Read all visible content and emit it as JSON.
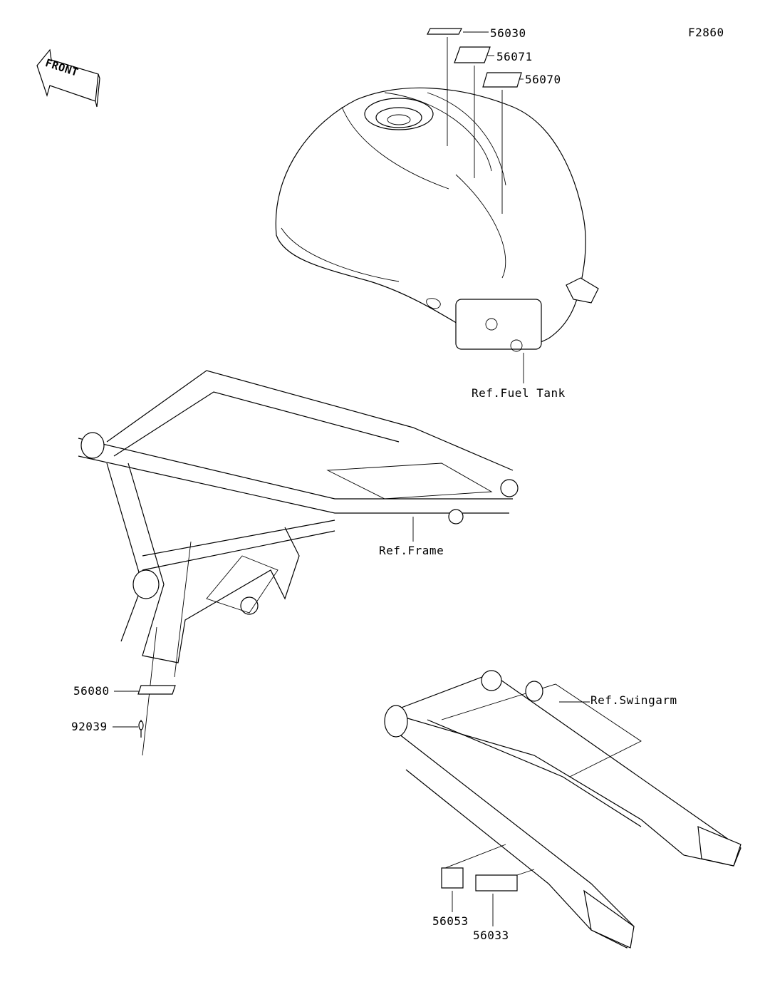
{
  "diagram_code": "F2860",
  "front_arrow": {
    "text": "FRONT",
    "icon": "front-arrow-icon"
  },
  "callouts": {
    "p56030": "56030",
    "p56071": "56071",
    "p56070": "56070",
    "p56080": "56080",
    "p92039": "92039",
    "p56053": "56053",
    "p56033": "56033"
  },
  "references": {
    "fuel_tank": "Ref.Fuel Tank",
    "frame": "Ref.Frame",
    "swingarm": "Ref.Swingarm"
  }
}
